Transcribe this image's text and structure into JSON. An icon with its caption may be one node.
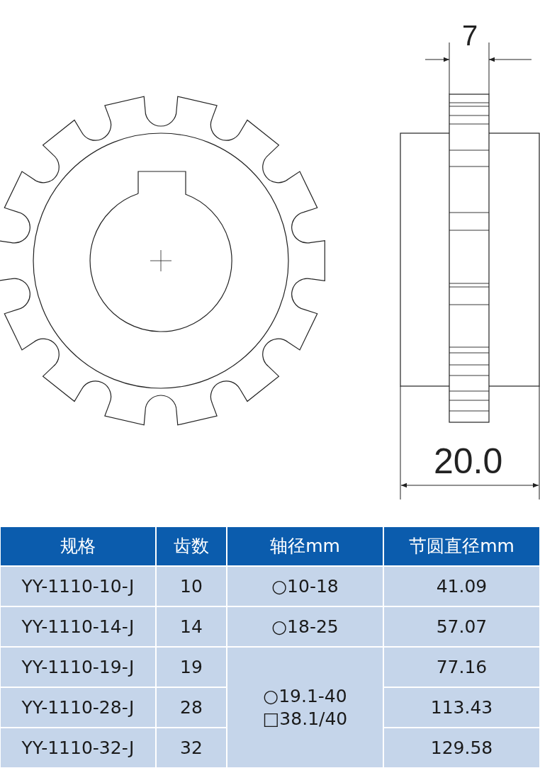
{
  "diagram": {
    "labels": [
      "7",
      "20.0",
      "规格",
      "齿数",
      "轴径mm",
      "节圆直径mm",
      "YY-1110-10-J",
      "10",
      "○10-18",
      "41.09",
      "YY-1110-14-J",
      "14",
      "○18-25",
      "57.07",
      "YY-1110-19-J",
      "19",
      "○19.1-40 □38.1/40",
      "77.16",
      "YY-1110-28-J",
      "28",
      "113.43",
      "YY-1110-32-J",
      "32",
      "129.58"
    ]
  }
}
